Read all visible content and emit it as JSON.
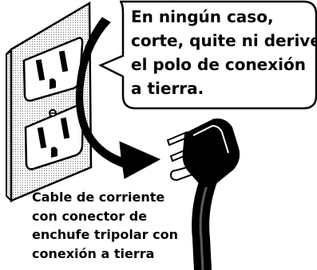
{
  "warning": {
    "lines": [
      "En ningún caso,",
      "corte, quite ni derive",
      "el polo de conexión",
      "a tierra."
    ]
  },
  "caption": {
    "lines": [
      "Cable de corriente",
      "con conector de",
      "enchufe tripolar con",
      "conexión a tierra"
    ]
  },
  "icons": {
    "outlet": "wall-outlet-icon",
    "plug": "grounded-plug-icon",
    "arrow": "curved-arrow-icon"
  }
}
